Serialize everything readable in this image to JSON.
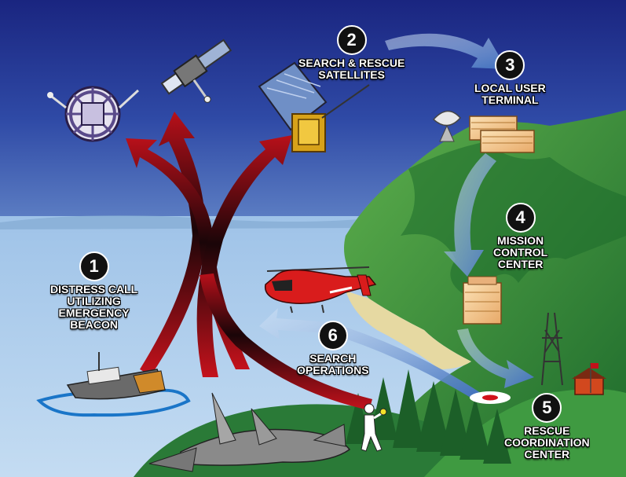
{
  "steps": [
    {
      "number": "1",
      "lines": [
        "DISTRESS CALL",
        "UTILIZING",
        "EMERGENCY",
        "BEACON"
      ]
    },
    {
      "number": "2",
      "lines": [
        "SEARCH & RESCUE",
        "SATELLITES"
      ]
    },
    {
      "number": "3",
      "lines": [
        "LOCAL USER",
        "TERMINAL"
      ]
    },
    {
      "number": "4",
      "lines": [
        "MISSION",
        "CONTROL",
        "CENTER"
      ]
    },
    {
      "number": "5",
      "lines": [
        "RESCUE",
        "COORDINATION",
        "CENTER"
      ]
    },
    {
      "number": "6",
      "lines": [
        "SEARCH",
        "OPERATIONS"
      ]
    }
  ],
  "colors": {
    "sky_top": "#1d2a86",
    "sky_bottom": "#8fb4e0",
    "sea": "#a9c9ea",
    "land": "#2f8a3c",
    "beacon_arrow": "#c0121a",
    "flow_arrow": "#5a86c8",
    "badge": "#111111"
  }
}
